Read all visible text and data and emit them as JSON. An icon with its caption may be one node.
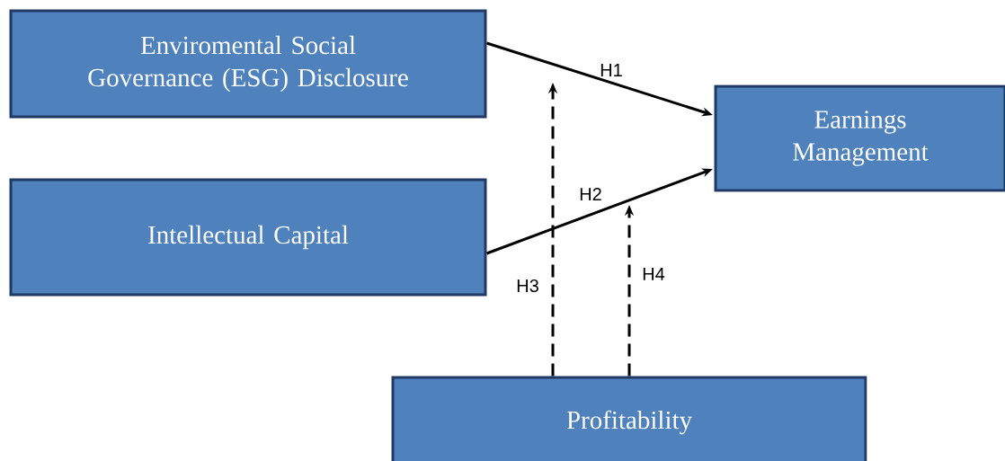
{
  "diagram": {
    "nodes": [
      {
        "text": [
          "Enviromental Social Governance (ESG) Disclosure"
        ]
      },
      {
        "text": [
          "Earnings Management"
        ]
      },
      {
        "text": [
          "Intellectual Capital"
        ]
      },
      {
        "text": [
          "Profitability"
        ]
      }
    ],
    "edges": [
      {
        "from": 0,
        "to": 1,
        "arrow": "to",
        "label": "H1"
      },
      {
        "from": 2,
        "to": 1,
        "arrow": "to",
        "label": "H2"
      },
      {
        "from": 3,
        "to": null,
        "arrow": "to",
        "label": "H3",
        "style": "dashed"
      },
      {
        "from": 3,
        "to": null,
        "arrow": "to",
        "label": "H4",
        "style": "dashed"
      }
    ]
  }
}
